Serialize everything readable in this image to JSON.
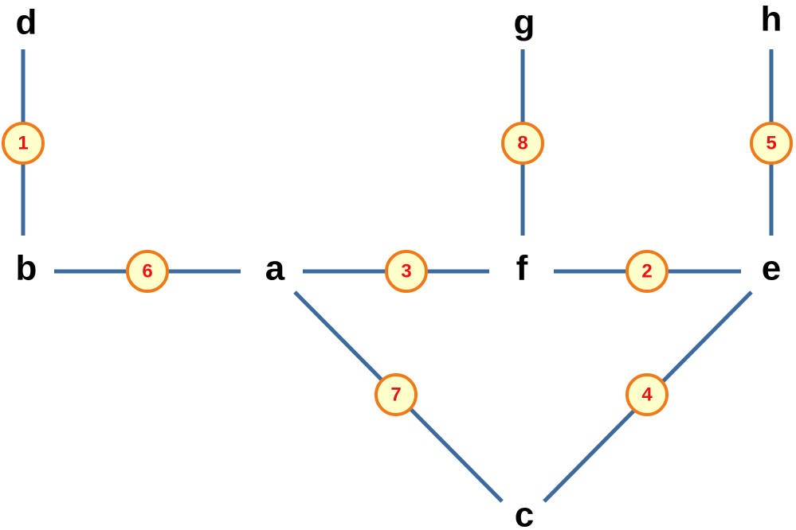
{
  "graph": {
    "nodes": [
      {
        "id": "d",
        "label": "d"
      },
      {
        "id": "g",
        "label": "g"
      },
      {
        "id": "h",
        "label": "h"
      },
      {
        "id": "b",
        "label": "b"
      },
      {
        "id": "a",
        "label": "a"
      },
      {
        "id": "f",
        "label": "f"
      },
      {
        "id": "e",
        "label": "e"
      },
      {
        "id": "c",
        "label": "c"
      }
    ],
    "edges": [
      {
        "from": "d",
        "to": "b",
        "weight": "1"
      },
      {
        "from": "g",
        "to": "f",
        "weight": "8"
      },
      {
        "from": "h",
        "to": "e",
        "weight": "5"
      },
      {
        "from": "b",
        "to": "a",
        "weight": "6"
      },
      {
        "from": "a",
        "to": "f",
        "weight": "3"
      },
      {
        "from": "f",
        "to": "e",
        "weight": "2"
      },
      {
        "from": "a",
        "to": "c",
        "weight": "7"
      },
      {
        "from": "e",
        "to": "c",
        "weight": "4"
      }
    ]
  },
  "colors": {
    "edge": "#3d6a9c",
    "weight_fill": "#ffffcc",
    "weight_stroke": "#f07a1a",
    "weight_text": "#ee1111",
    "node_text": "#000000"
  }
}
